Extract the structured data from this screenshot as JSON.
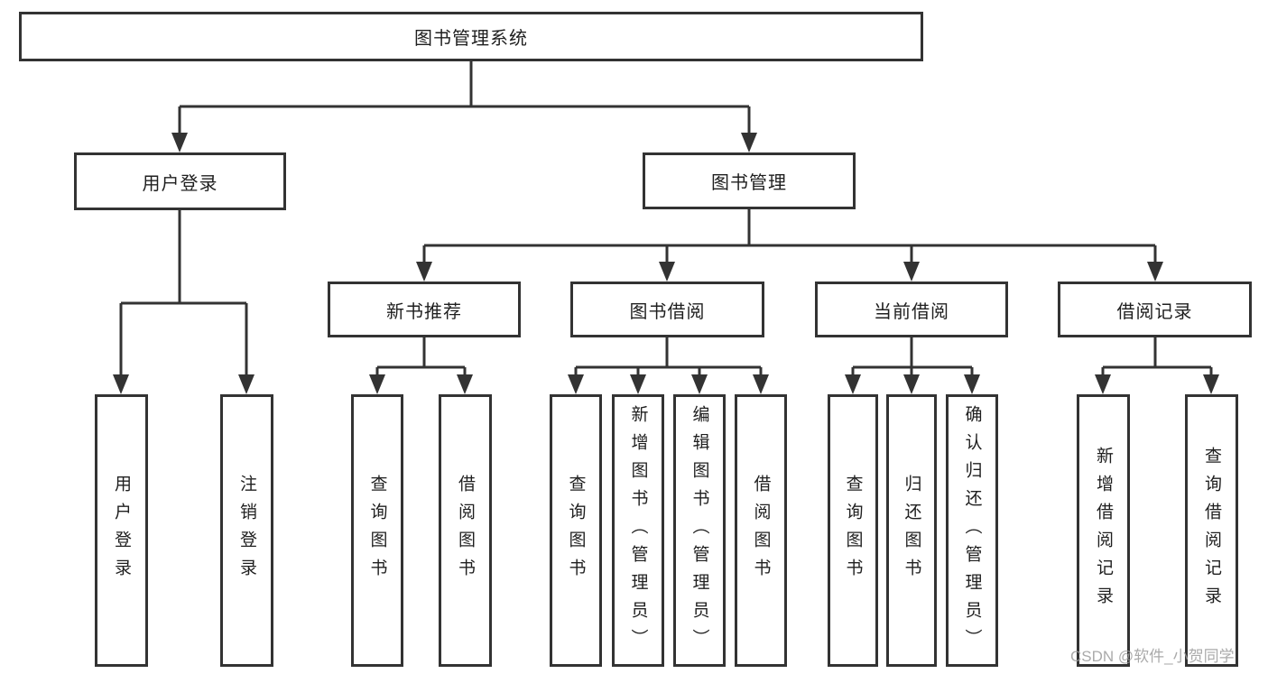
{
  "colors": {
    "line": "#333333",
    "box_border": "#333333",
    "text": "#1f1f1f",
    "watermark": "#9c9c9c",
    "background": "#ffffff"
  },
  "watermark": {
    "text": "CSDN @软件_小贺同学"
  },
  "tree": {
    "label": "图书管理系统",
    "children": [
      {
        "label": "用户登录",
        "children": [
          {
            "label": "用户登录"
          },
          {
            "label": "注销登录"
          }
        ]
      },
      {
        "label": "图书管理",
        "children": [
          {
            "label": "新书推荐",
            "children": [
              {
                "label": "查询图书"
              },
              {
                "label": "借阅图书"
              }
            ]
          },
          {
            "label": "图书借阅",
            "children": [
              {
                "label": "查询图书"
              },
              {
                "label": "新增图书（管理员）"
              },
              {
                "label": "编辑图书（管理员）"
              },
              {
                "label": "借阅图书"
              }
            ]
          },
          {
            "label": "当前借阅",
            "children": [
              {
                "label": "查询图书"
              },
              {
                "label": "归还图书"
              },
              {
                "label": "确认归还（管理员）"
              }
            ]
          },
          {
            "label": "借阅记录",
            "children": [
              {
                "label": "新增借阅记录"
              },
              {
                "label": "查询借阅记录"
              }
            ]
          }
        ]
      }
    ]
  }
}
